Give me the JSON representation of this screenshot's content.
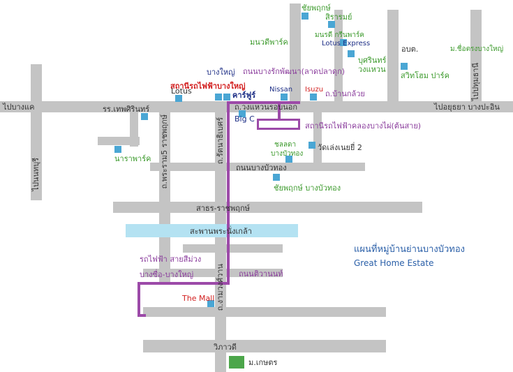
{
  "colors": {
    "road": "#c4c4c4",
    "marker": "#4aa6d4",
    "rail_route": "#9c4aa8",
    "river": "#b4e2f2",
    "kasetsart_marker": "#4ca64a",
    "green_text": "#3c9a2c",
    "purple_text": "#8a3c9c",
    "navy_text": "#1e2f86",
    "red_text": "#d21e1e"
  },
  "title": {
    "thai": "แผนที่หมู่บ้านย่านบางบัวทอง",
    "english": "Great Home Estate"
  },
  "roads": {
    "main_left": "ไปบางแค",
    "main_right": "ไปอยุธยา บางปะอิน",
    "wongwaen": "ถ.วงแหวนรอบนอก",
    "ratchaphruek_left": "ถ.พระราม5 ราชพฤกษ์",
    "ratanathibet": "ถ.รัตนาธิเบศร์",
    "ngamwongwan": "ถ.งามวงศ์วาน",
    "to_nonthaburi": "ไปนนทบุรี",
    "bangrakphatthana": "ถนนบางรักพัฒนา(ลาดปลาดุก)",
    "ban_kluai": "ถ.บ้านกล้วย",
    "to_pathumthani": "ไปปทุมธานี",
    "bangbuathong": "ถนนบางบัวทอง",
    "ratchaphruek_junction": "สาธร-ราชพฤกษ์",
    "nonthaburi_bridge": "สะพานพระนั่งเกล้า",
    "tiwanon": "ถนนติวานนท์",
    "vibhavadi": "วิภาวดี"
  },
  "places": {
    "chaiyaphruek_top": "ชัยพฤกษ์",
    "siriram": "สิรารมย์",
    "manawadee": "มนวดีพาร์ค",
    "monrudee_green": "มนรดี กรีนพาร์ค",
    "lotus_express": "Lotus Express",
    "bussarin": "บุศรินทร์",
    "wongwaen_village": "วงแหวน",
    "obt": "อบต.",
    "mueang_sue": "ม.ชื่อตรงบางใหญ่",
    "switch_home": "สวิทโฮม ปาร์ค",
    "bang_yai": "บางใหญ่",
    "bang_yai_station": "สถานีรถไฟฟ้าบางใหญ่",
    "lotus": "Lotus",
    "carrefour": "คาร์ฟูร์",
    "nissan": "Nissan",
    "isuzu": "Isuzu",
    "rr_thep": "รร.เทพศิรินทร์",
    "big_c": "Big C",
    "klong_bang_phai": "สถานีรถไฟฟ้าคลองบางไผ่(ต้นสาย)",
    "chonlada": "ชลลดา",
    "chonlada_2": "บางบัวทอง",
    "wat_leng": "วัดเล่งเนยยี่ 2",
    "nara_park": "นาราพาร์ค",
    "chaiyaphruek_bbt": "ชัยพฤกษ์ บางบัวทอง",
    "purple_line": "รถไฟฟ้า สายสีม่วง",
    "purple_line_2": "บางซื่อ-บางใหญ่",
    "the_mall": "The Mall",
    "kasetsart": "ม.เกษตร"
  }
}
